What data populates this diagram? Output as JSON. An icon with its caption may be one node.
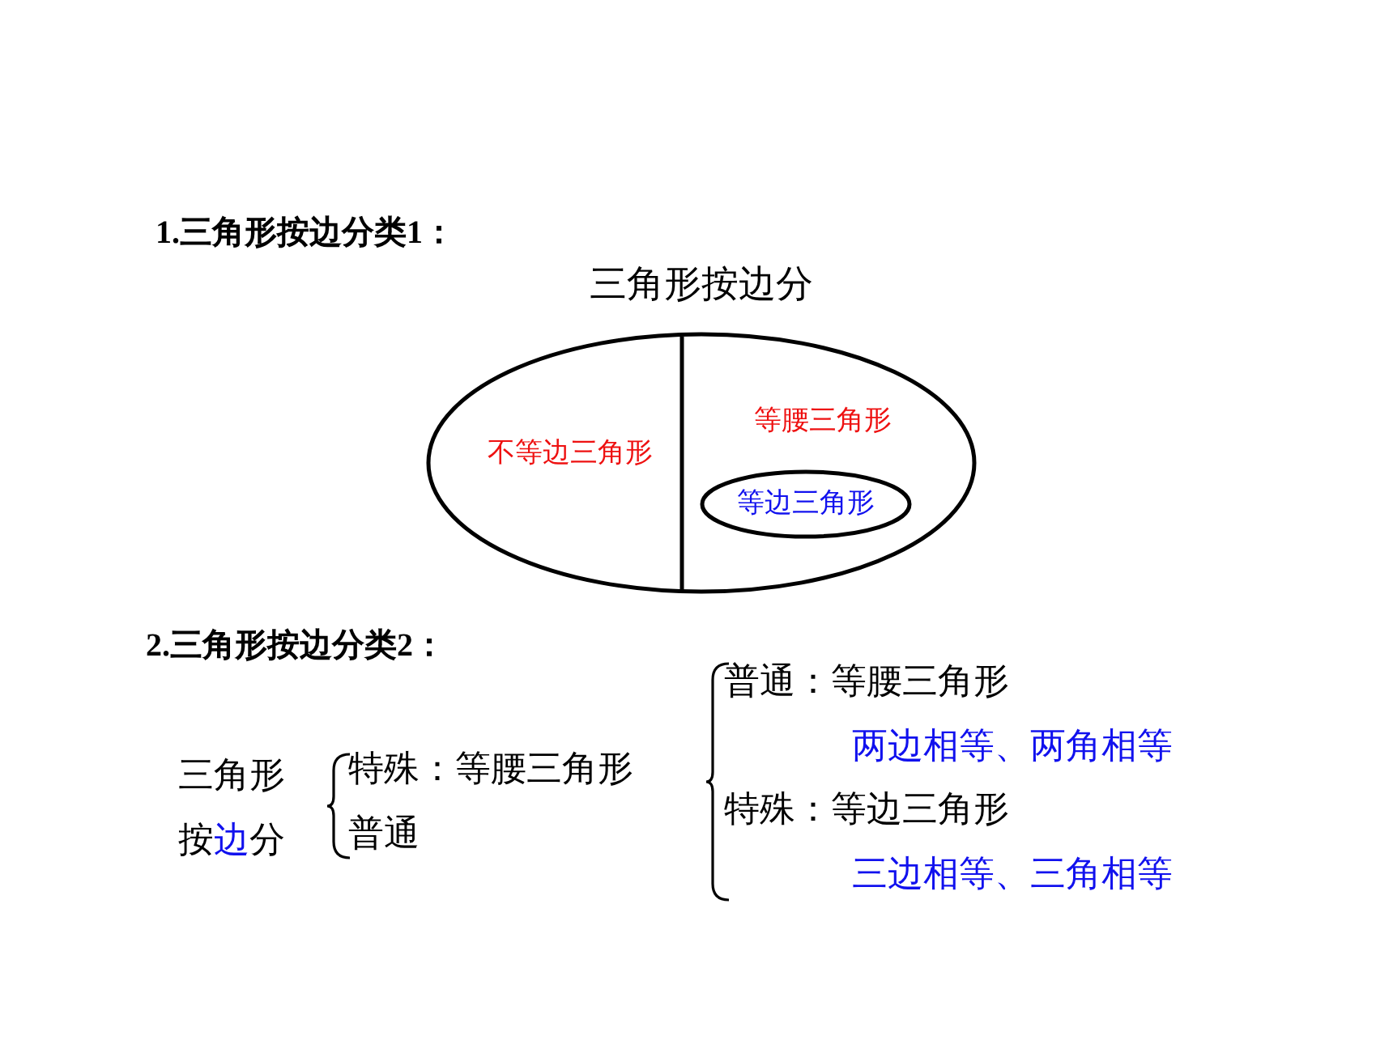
{
  "diagram": {
    "nodes": [
      {
        "text": [
          "三角形按边分",
          "不等边三角形",
          "等腰三角形"
        ]
      },
      {
        "text": [
          "等边三角形"
        ],
        "in": 0
      }
    ],
    "edges": [],
    "labels": [
      "1.三角形按边分类1：",
      "2.三角形按边分类2：",
      "三角形按边分",
      "特殊：等腰三角形",
      "普通",
      "普通：等腰三角形",
      "两边相等、两角相等",
      "特殊：等边三角形",
      "三边相等、三角相等"
    ]
  }
}
